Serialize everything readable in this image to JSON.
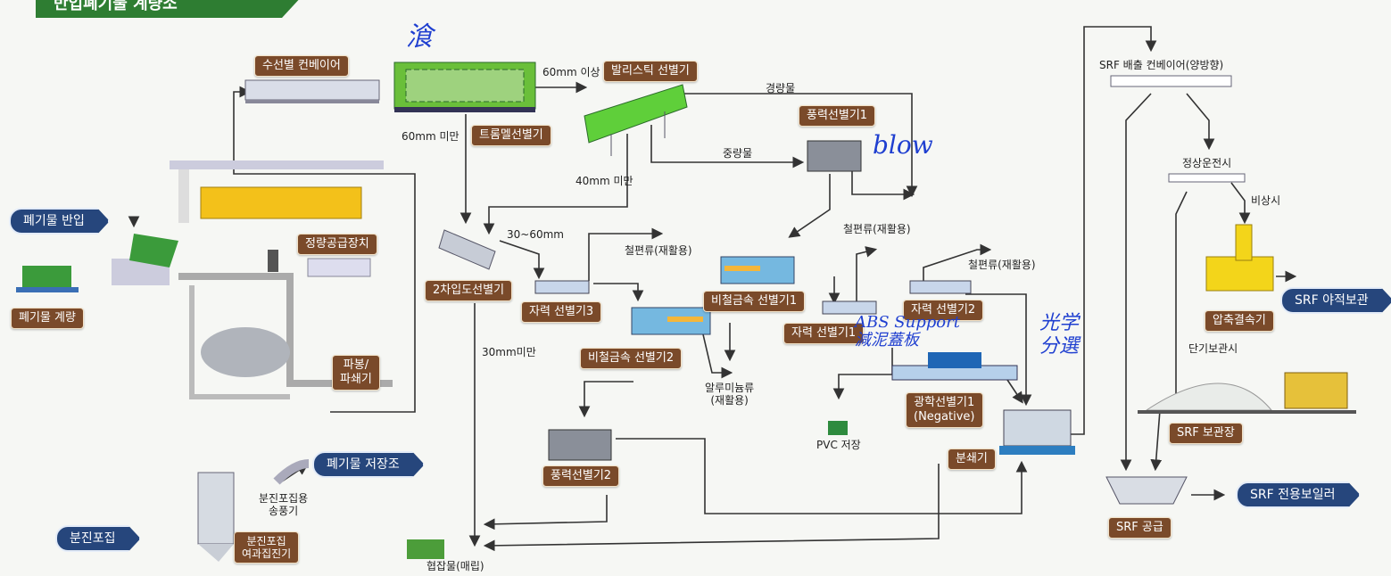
{
  "banner": {
    "title": "반입폐기물 계량소"
  },
  "labels": {
    "suseonbyeol_conveyor": "수선별 컨베이어",
    "trommel": "트롬멜선별기",
    "ballistic": "발리스틱 선별기",
    "wind1": "풍력선별기1",
    "jeongryang": "정량공급장치",
    "pabong": "파봉/\n파쇄기",
    "secondary": "2차입도선별기",
    "magnet3": "자력 선별기3",
    "nonferrous1": "비철금속 선별기1",
    "magnet1": "자력 선별기1",
    "magnet2": "자력 선별기2",
    "nonferrous2": "비철금속 선별기2",
    "optical": "광학선별기1\n(Negative)",
    "shredder": "분쇄기",
    "wind2": "풍력선별기2",
    "weigh": "폐기물 계량",
    "compactor": "압축결속기",
    "srf_storage": "SRF 보관장",
    "srf_supply": "SRF 공급",
    "dust_filter": "분진포집\n여과집진기"
  },
  "pills": {
    "waste_in": "폐기물 반입",
    "waste_tank": "폐기물 저장조",
    "dust": "분진포집",
    "srf_outdoor": "SRF 야적보관",
    "srf_boiler": "SRF 전용보일러"
  },
  "texts": {
    "over60": "60mm 이상",
    "under60": "60mm 미만",
    "light": "경량물",
    "heavy": "중량물",
    "under40": "40mm 미만",
    "r30_60": "30~60mm",
    "ferrous_a": "철편류(재활용)",
    "ferrous_b": "철편류(재활용)",
    "ferrous_c": "철편류(재활용)",
    "under30": "30mm미만",
    "alu": "알루미늄류\n(재활용)",
    "pvc": "PVC 저장",
    "mixed": "협잡물(매립)",
    "fan": "분진포집용\n송풍기",
    "srf_conveyor": "SRF 배출 컨베이어(양방향)",
    "normal": "정상운전시",
    "emergency": "비상시",
    "short_term": "단기보관시"
  },
  "handwriting": {
    "h1": "湌",
    "h2": "blow",
    "h3": "ABS Support\n減泥蓋板",
    "h4": "光学\n分選"
  }
}
